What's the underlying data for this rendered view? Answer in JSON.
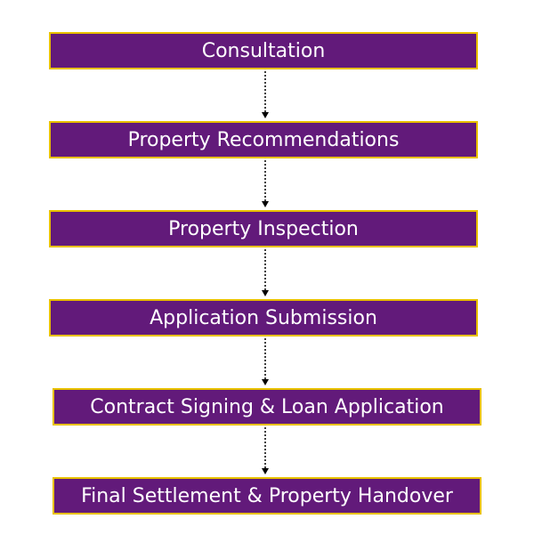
{
  "steps": [
    {
      "label": "Consultation"
    },
    {
      "label": "Property Recommendations"
    },
    {
      "label": "Property Inspection"
    },
    {
      "label": "Application Submission"
    },
    {
      "label": "Contract Signing & Loan Application"
    },
    {
      "label": "Final Settlement & Property Handover"
    }
  ],
  "colors": {
    "box_fill": "#621a7a",
    "box_border": "#e8c000",
    "text": "#ffffff",
    "connector": "#000000"
  },
  "connector_style": "dotted-arrow"
}
